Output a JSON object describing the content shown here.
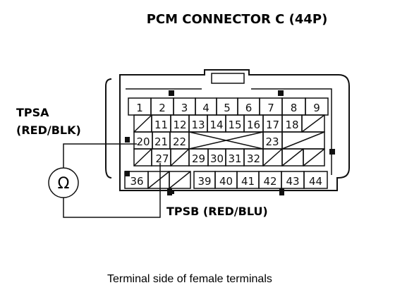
{
  "title": "PCM CONNECTOR C (44P)",
  "probe_a": {
    "name": "TPSA",
    "wire": "(RED/BLK)"
  },
  "probe_b": {
    "label": "TPSB (RED/BLU)"
  },
  "meter_icon": "ohmmeter-icon",
  "meter_symbol": "Ω",
  "caption": "Terminal side of female terminals",
  "connector": {
    "row1": [
      "1",
      "2",
      "3",
      "4",
      "5",
      "6",
      "7",
      "8",
      "9"
    ],
    "row2": [
      "11",
      "12",
      "13",
      "14",
      "15",
      "16",
      "17",
      "18"
    ],
    "row3": [
      "20",
      "21",
      "22",
      "23"
    ],
    "row4": [
      "27",
      "29",
      "30",
      "31",
      "32"
    ],
    "row5": [
      "36",
      "39",
      "40",
      "41",
      "42",
      "43",
      "44"
    ]
  }
}
